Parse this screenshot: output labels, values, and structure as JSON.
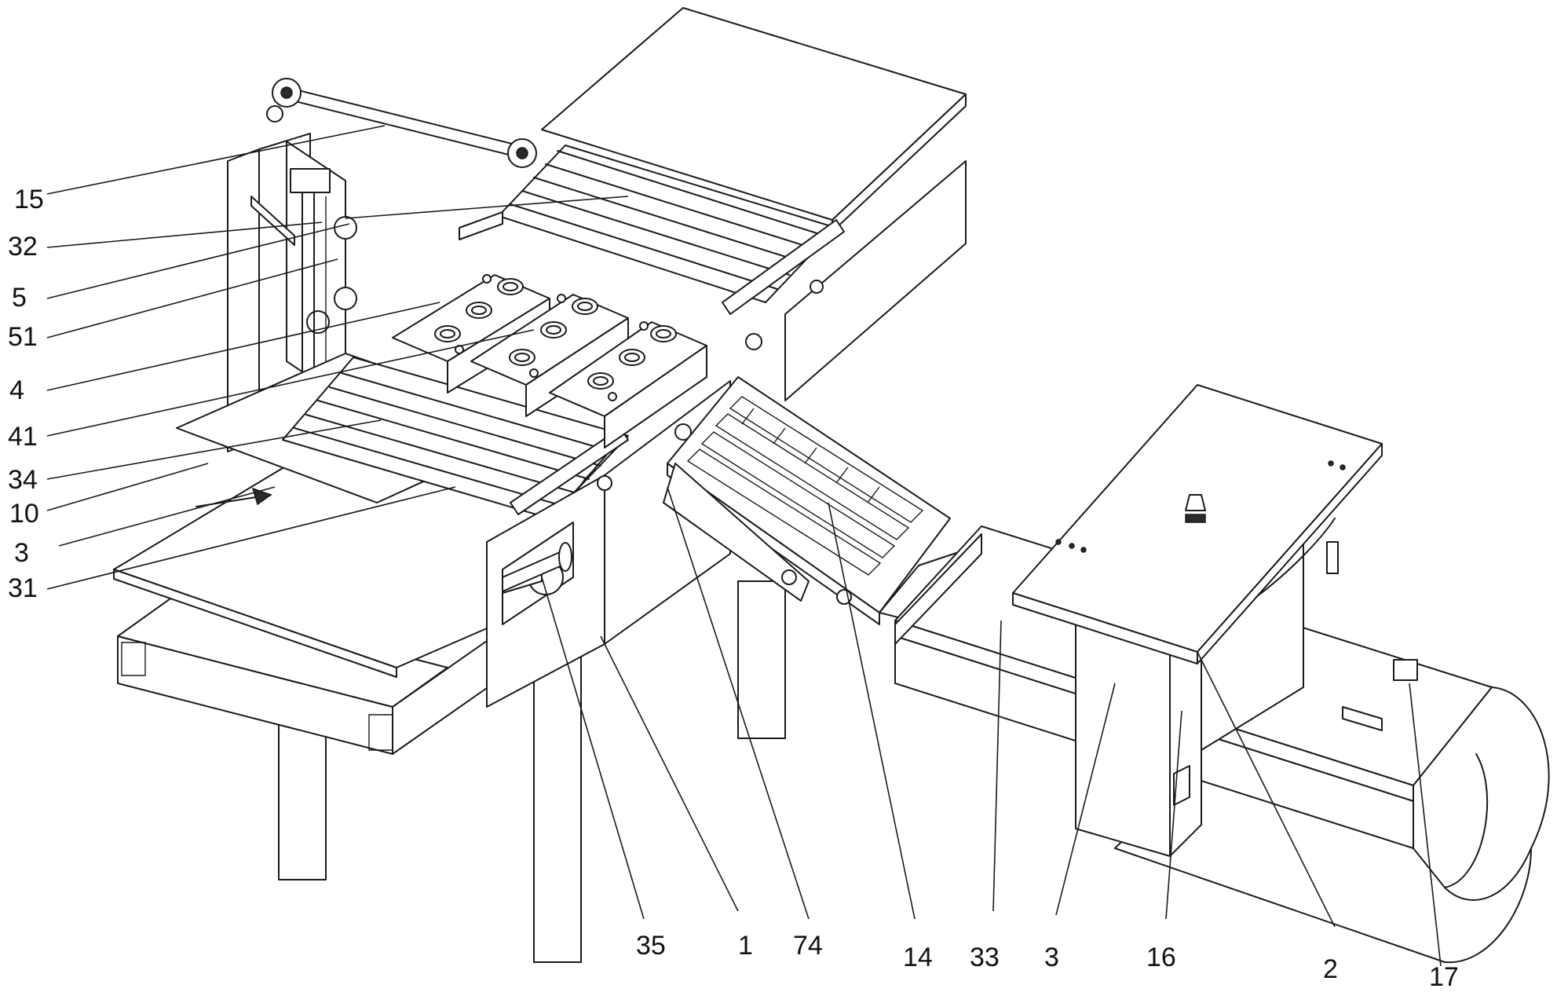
{
  "labels_left": [
    "15",
    "32",
    "5",
    "51",
    "4",
    "41",
    "34",
    "10",
    "3",
    "31"
  ],
  "labels_bottom": [
    "35",
    "1",
    "74",
    "14",
    "33",
    "3",
    "16",
    "2",
    "17"
  ],
  "colors": {
    "line": "#1a1a1a",
    "background": "#ffffff"
  }
}
